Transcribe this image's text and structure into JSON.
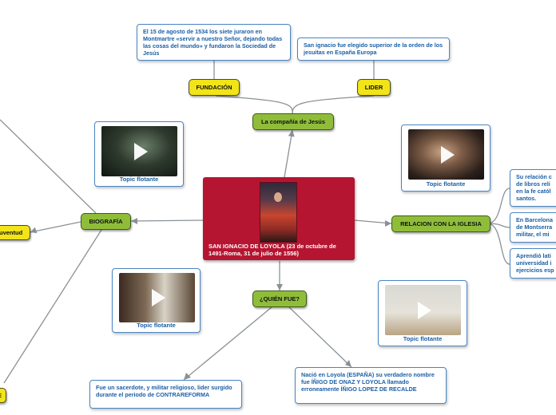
{
  "central": {
    "title": "SAN IGNACIO DE LOYOLA (23 de octubre de 1491-Roma, 31 de julio de 1556)",
    "image": "portrait-image"
  },
  "topics": {
    "compania": "La compañía de Jesús",
    "fundacion": "FUNDACIÓN",
    "lider": "LIDER",
    "biografia": "BIOGRAFÍA",
    "quien_fue": "¿QUIÉN FUE?",
    "relacion": "RELACION CON LA IGLESIA",
    "juventud": "uventud",
    "edge_bottom_left": "E"
  },
  "notes": {
    "fundacion_note": "El 15 de agosto de 1534 los siete juraron en Montmartre «servir a nuestro Señor, dejando todas las cosas del mundo» y fundaron la Sociedad de Jesús",
    "lider_note": "San ignacio fue elegido superior de la orden de los jesuitas en España Europa",
    "quien_note_1": "Fue un sacerdote, y militar religioso, lider surgido durante el periodo de CONTRAREFORMA",
    "quien_note_2": "Nació en Loyola (ESPAÑA) su verdadero nombre fue ÍÑIGO DE ONAZ Y LOYOLA llamado erroneamente ÍÑIGO LOPEZ DE RECALDE",
    "relacion_1": "Su relación c\nde libros reli\nen la fe catól\nsantos.",
    "relacion_2": "En Barcelona\nde Montserra\nmilitar, el mi",
    "relacion_3": "Aprendió lati\nuniversidad i\nejercicios esp"
  },
  "floating": {
    "label": "Topic flotante",
    "icon": "play-icon"
  },
  "colors": {
    "central": "#b51530",
    "topic_yellow": "#f1e418",
    "topic_green": "#8fbd3a",
    "note_border": "#4a86c5",
    "note_text": "#1b5fa7",
    "connector": "#8a9196"
  }
}
